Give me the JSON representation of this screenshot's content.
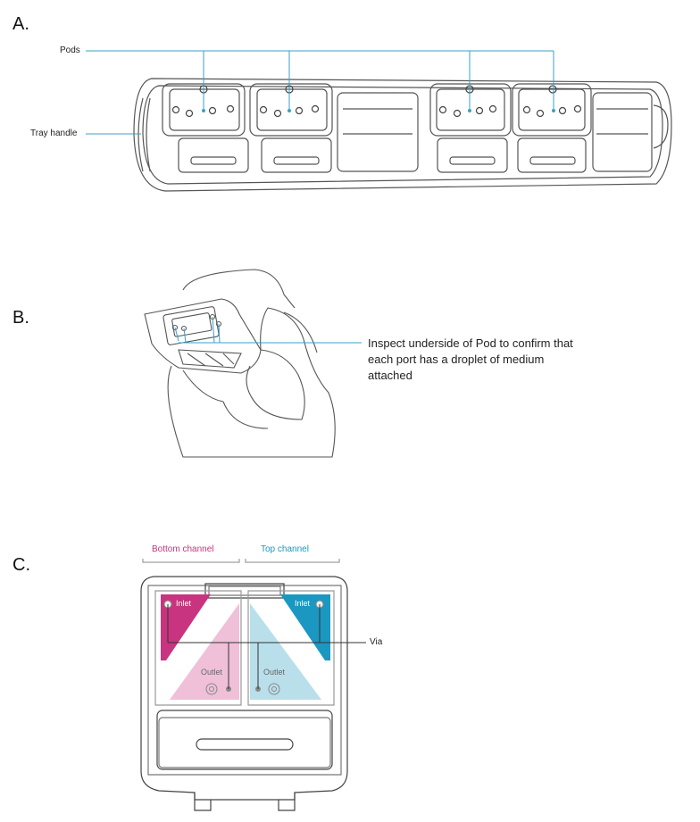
{
  "panels": {
    "a": {
      "letter": "A.",
      "pods_label": "Pods",
      "tray_handle_label": "Tray handle"
    },
    "b": {
      "letter": "B.",
      "note": "Inspect underside of Pod to confirm that each port has a droplet of medium attached"
    },
    "c": {
      "letter": "C.",
      "bottom_channel_label": "Bottom channel",
      "top_channel_label": "Top channel",
      "inlet_left": "Inlet",
      "inlet_right": "Inlet",
      "outlet_left": "Outlet",
      "outlet_right": "Outlet",
      "via_label": "Via"
    }
  },
  "colors": {
    "callout_line": "#3aa0c8",
    "outline": "#444444",
    "bottom_channel": "#c8347f",
    "bottom_channel_light": "#efc0d8",
    "top_channel": "#1a98c2",
    "top_channel_light": "#b9dfeb"
  }
}
